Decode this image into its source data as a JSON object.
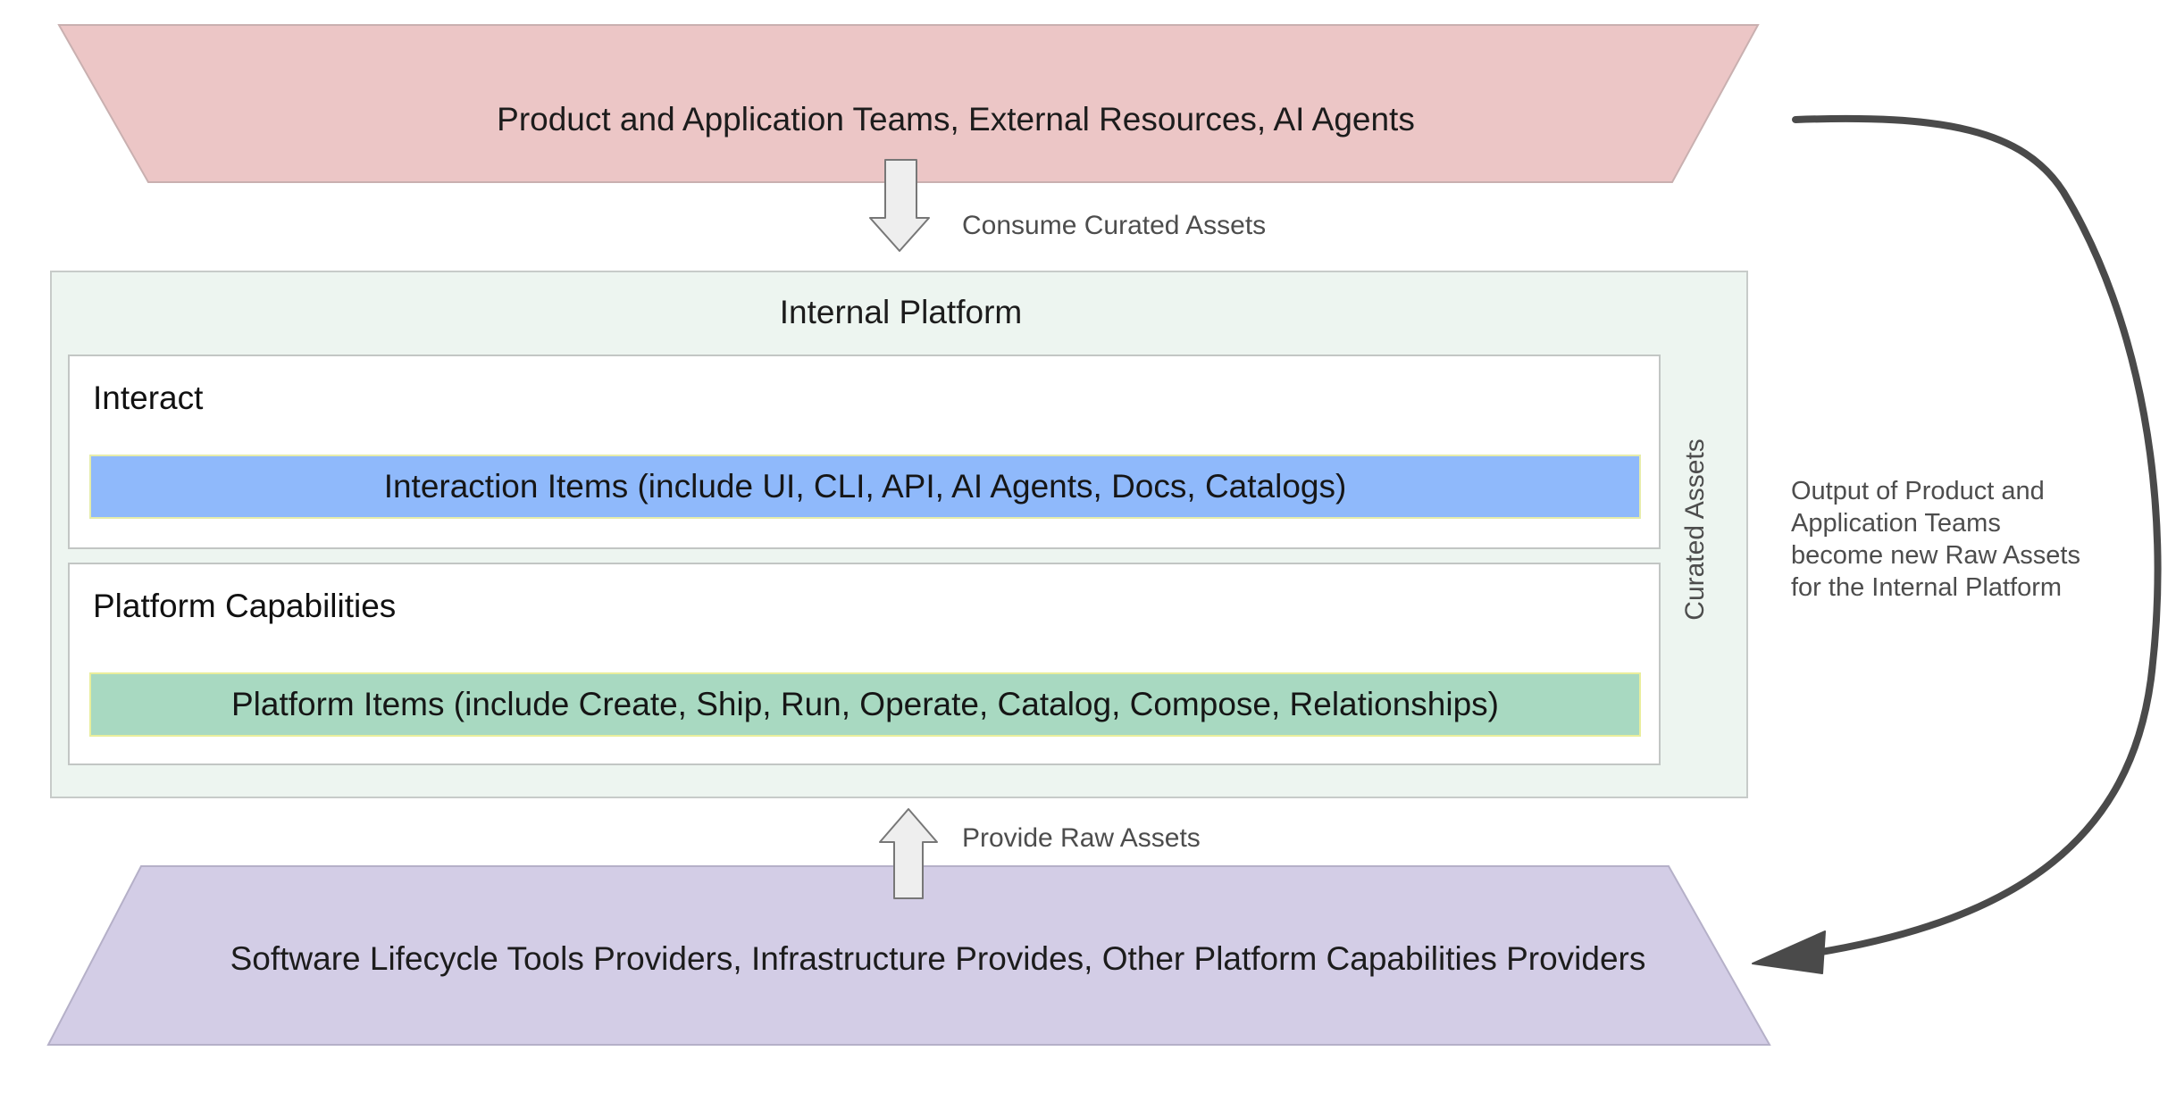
{
  "colors": {
    "consumers_fill": "#ecc6c6",
    "providers_fill": "#d3cde6",
    "platform_fill": "#edf5f0",
    "interaction_bar": "#8fb9fb",
    "platform_bar": "#a8d9c1",
    "arrow_fill": "#eeeeee",
    "curve_arrow": "#4a4a4a"
  },
  "consumers": {
    "label": "Product and Application Teams, External Resources, AI Agents"
  },
  "flows": {
    "consume": "Consume Curated Assets",
    "provide": "Provide Raw Assets"
  },
  "platform": {
    "title": "Internal Platform",
    "side_label": "Curated Assets",
    "interact": {
      "title": "Interact",
      "items": "Interaction Items (include UI, CLI, API, AI Agents, Docs, Catalogs)"
    },
    "capabilities": {
      "title": "Platform Capabilities",
      "items": "Platform Items (include Create, Ship, Run, Operate, Catalog, Compose, Relationships)"
    }
  },
  "providers": {
    "label": "Software Lifecycle Tools Providers, Infrastructure Provides, Other Platform Capabilities Providers"
  },
  "feedback_note": {
    "lines": [
      "Output of Product and",
      "Application Teams",
      "become new Raw Assets",
      "for the Internal Platform"
    ]
  }
}
